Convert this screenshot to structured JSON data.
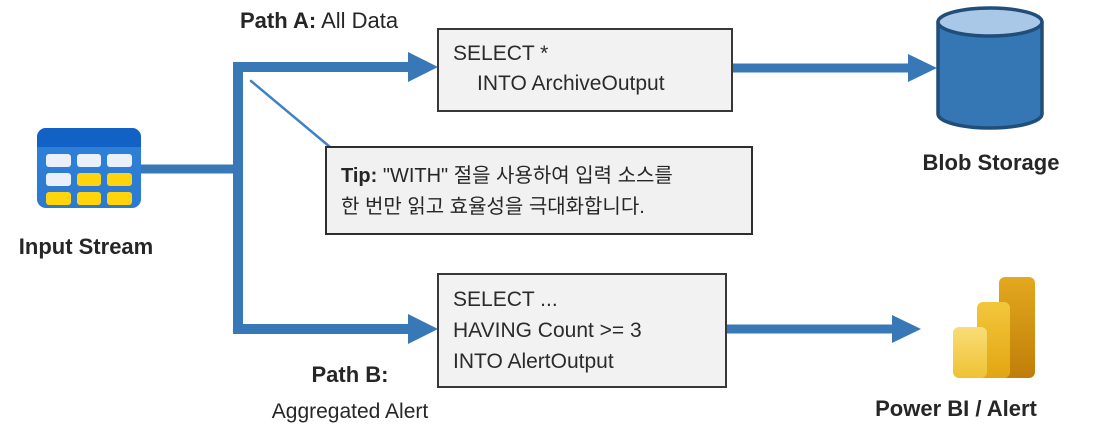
{
  "input": {
    "label": "Input Stream",
    "icon": "table-grid-icon"
  },
  "path_a": {
    "label_bold": "Path A:",
    "label_rest": " All Data",
    "query": {
      "line1": "SELECT *",
      "line2": "INTO ArchiveOutput"
    },
    "target": {
      "label": "Blob Storage",
      "icon": "database-cylinder-icon"
    }
  },
  "tip": {
    "label_bold": "Tip:",
    "line1_rest": " \"WITH\" 절을 사용하여 입력 소스를",
    "line2": "한 번만 읽고 효율성을 극대화합니다."
  },
  "path_b": {
    "label_bold": "Path B:",
    "label_sub": "Aggregated Alert",
    "query": {
      "line1": "SELECT ...",
      "line2": "HAVING Count >= 3",
      "line3": "INTO AlertOutput"
    },
    "target": {
      "label": "Power BI / Alert",
      "icon": "bar-chart-icon"
    }
  },
  "colors": {
    "arrow_blue": "#3878B6",
    "leader_blue": "#3E82C6",
    "box_fill": "#F2F2F2",
    "box_border": "#383838",
    "cylinder_body": "#3576B5",
    "cylinder_top": "#A9C7E6",
    "cylinder_outline": "#204E78",
    "icon_header_blue": "#1261C4",
    "icon_body_blue": "#2F81DB",
    "icon_cell_yellow": "#FFD40C",
    "powerbi_dark": "#C98B10",
    "powerbi_mid": "#EDB52B",
    "powerbi_light": "#F7D860"
  }
}
